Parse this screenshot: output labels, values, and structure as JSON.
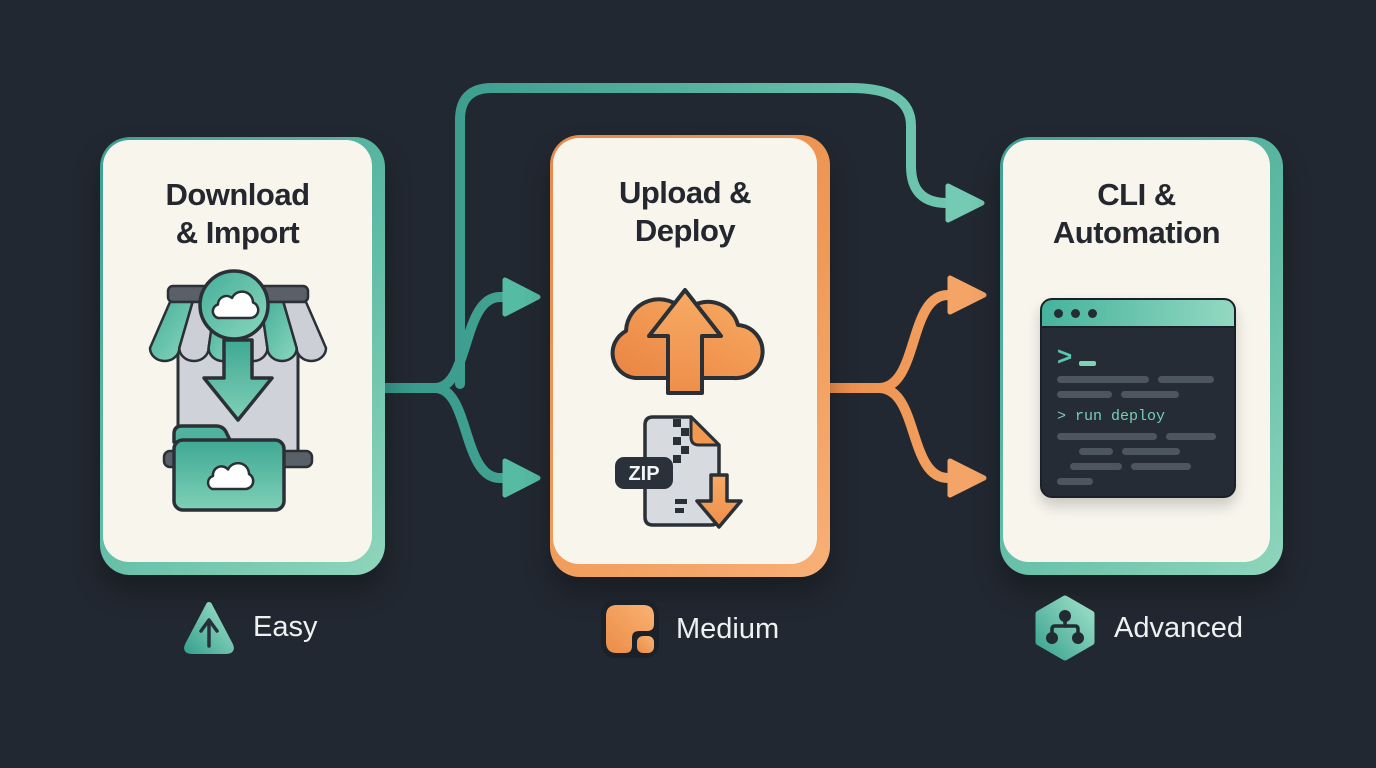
{
  "palette": {
    "background": "#222831",
    "card_fill": "#f7f5ec",
    "ink": "#24282e",
    "teal": "#4cb39c",
    "teal_dark": "#35988a",
    "teal_light": "#8fd6bc",
    "orange": "#ef914e",
    "orange_light": "#f6ab6b",
    "terminal_bg": "#262c35",
    "code_bar_gray": "#4d555f",
    "command_teal": "#79cdb6"
  },
  "cards": [
    {
      "id": "download-import",
      "accent": "teal",
      "title_lines": [
        "Download",
        "& Import"
      ],
      "icon": "storefront-cloud-download-icon"
    },
    {
      "id": "upload-deploy",
      "accent": "orange",
      "title_lines": [
        "Upload &",
        "Deploy"
      ],
      "icon": "cloud-upload-and-zip-icon"
    },
    {
      "id": "cli-automation",
      "accent": "teal",
      "title_lines": [
        "CLI &",
        "Automation"
      ],
      "icon": "terminal-window-icon"
    }
  ],
  "zip_badge": "ZIP",
  "terminal": {
    "prompt": ">",
    "command": "> run deploy"
  },
  "legend": [
    {
      "label": "Easy",
      "icon": "triangle-up-icon",
      "color": "teal"
    },
    {
      "label": "Medium",
      "icon": "layout-squares-icon",
      "color": "orange"
    },
    {
      "label": "Advanced",
      "icon": "hexagon-nodes-icon",
      "color": "teal"
    }
  ],
  "connectors": {
    "card1_to_card2": "two teal branching arrows",
    "card1_to_card3_bypass": "teal arrow over the top",
    "card2_to_card3": "two orange branching arrows"
  }
}
